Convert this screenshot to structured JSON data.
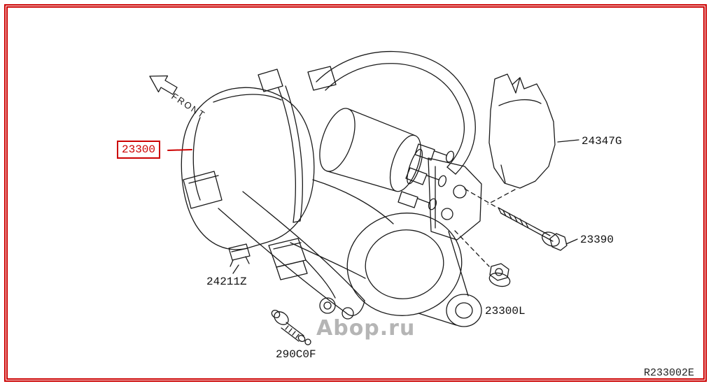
{
  "front_indicator": {
    "label": "FRONT"
  },
  "parts": [
    {
      "label": "23300",
      "highlighted": true
    },
    {
      "label": "24347G",
      "highlighted": false
    },
    {
      "label": "23390",
      "highlighted": false
    },
    {
      "label": "23300L",
      "highlighted": false
    },
    {
      "label": "24211Z",
      "highlighted": false
    },
    {
      "label": "290C0F",
      "highlighted": false
    }
  ],
  "watermark": {
    "text": "Abop.ru"
  },
  "ref_code": {
    "text": "R233002E"
  },
  "colors": {
    "frame": "#cc0000",
    "highlight": "#cc0000",
    "line": "#1a1a1a",
    "watermark": "#a9a9a9"
  }
}
